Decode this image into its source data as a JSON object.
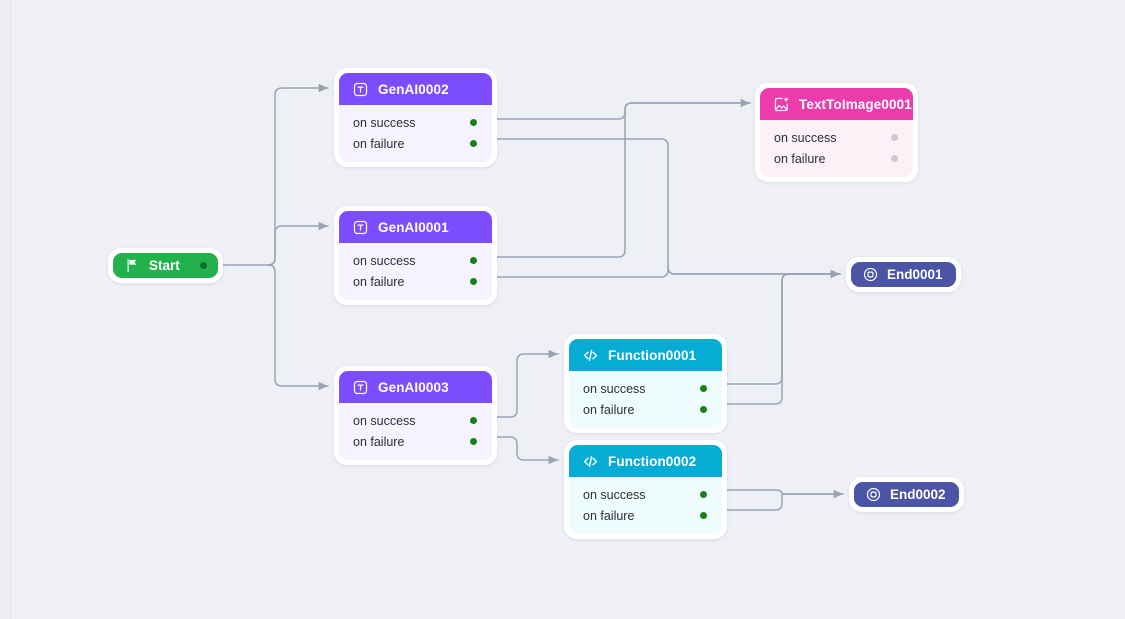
{
  "canvas": {
    "background": "#eef0f5",
    "edge_color": "#9aa3b4",
    "port_on_color": "#1a7f1a",
    "port_off_color": "#c9c9d1"
  },
  "ports": {
    "success_label": "on success",
    "failure_label": "on failure"
  },
  "nodes": {
    "start": {
      "title": "Start",
      "icon": "flag-icon",
      "color": "#22b14c"
    },
    "genai2": {
      "title": "GenAI0002",
      "icon": "text-box-icon",
      "color": "#7c4dff"
    },
    "genai1": {
      "title": "GenAI0001",
      "icon": "text-box-icon",
      "color": "#7c4dff"
    },
    "genai3": {
      "title": "GenAI0003",
      "icon": "text-box-icon",
      "color": "#7c4dff"
    },
    "tti": {
      "title": "TextToImage0001",
      "icon": "image-sparkle-icon",
      "color": "#ec3bab"
    },
    "fn1": {
      "title": "Function0001",
      "icon": "code-icon",
      "color": "#06acd4"
    },
    "fn2": {
      "title": "Function0002",
      "icon": "code-icon",
      "color": "#06acd4"
    },
    "end1": {
      "title": "End0001",
      "icon": "stop-circle-icon",
      "color": "#4c55a5"
    },
    "end2": {
      "title": "End0002",
      "icon": "stop-circle-icon",
      "color": "#4c55a5"
    }
  },
  "graph": {
    "type": "flowchart",
    "edges": [
      {
        "from": "start",
        "from_port": "out",
        "to": "genai2"
      },
      {
        "from": "start",
        "from_port": "out",
        "to": "genai1"
      },
      {
        "from": "start",
        "from_port": "out",
        "to": "genai3"
      },
      {
        "from": "genai2",
        "from_port": "success",
        "to": "tti"
      },
      {
        "from": "genai2",
        "from_port": "failure",
        "to": "end1"
      },
      {
        "from": "genai1",
        "from_port": "success",
        "to": "tti"
      },
      {
        "from": "genai1",
        "from_port": "failure",
        "to": "end1"
      },
      {
        "from": "genai3",
        "from_port": "success",
        "to": "fn1"
      },
      {
        "from": "genai3",
        "from_port": "failure",
        "to": "fn2"
      },
      {
        "from": "fn1",
        "from_port": "success",
        "to": "end1"
      },
      {
        "from": "fn1",
        "from_port": "failure",
        "to": "end1"
      },
      {
        "from": "fn2",
        "from_port": "success",
        "to": "end2"
      },
      {
        "from": "fn2",
        "from_port": "failure",
        "to": "end2"
      }
    ]
  }
}
